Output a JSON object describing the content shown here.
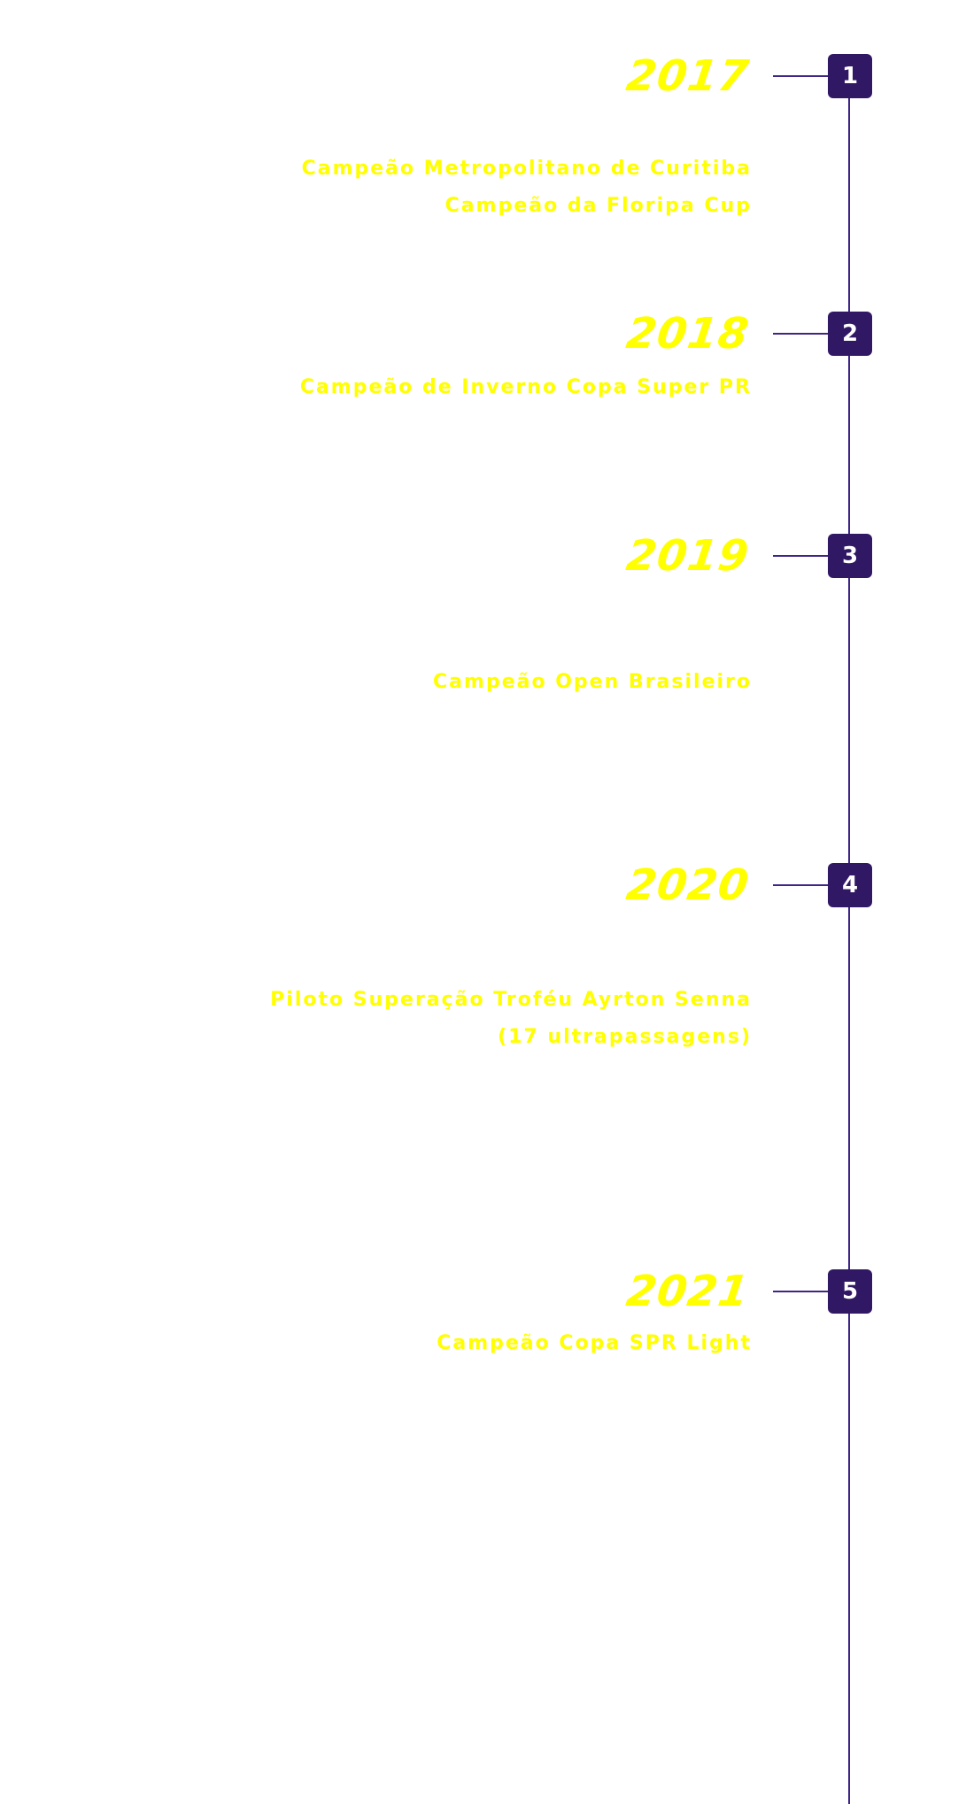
{
  "accent_color": "#ffff00",
  "line_color": "#311865",
  "timeline": [
    {
      "step": "1",
      "year": "2017",
      "lines": [
        "Campeão Metropolitano de Curitiba",
        "Campeão da Floripa Cup"
      ]
    },
    {
      "step": "2",
      "year": "2018",
      "lines": [
        "Campeão de Inverno Copa Super PR"
      ]
    },
    {
      "step": "3",
      "year": "2019",
      "lines": [
        "Campeão Open Brasileiro"
      ]
    },
    {
      "step": "4",
      "year": "2020",
      "lines": [
        "Piloto Superação Troféu Ayrton Senna",
        "(17 ultrapassagens)"
      ]
    },
    {
      "step": "5",
      "year": "2021",
      "lines": [
        "Campeão Copa SPR Light"
      ]
    }
  ]
}
